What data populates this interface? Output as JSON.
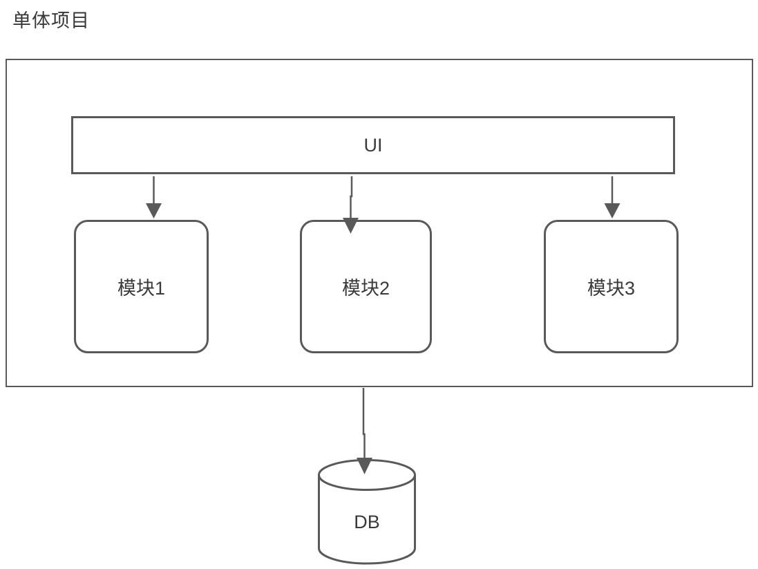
{
  "diagram": {
    "title": "单体项目",
    "colors": {
      "line": "#595959",
      "text": "#3a3a3a",
      "background": "#ffffff"
    },
    "nodes": {
      "ui": {
        "label": "UI",
        "shape": "rectangle"
      },
      "module1": {
        "label": "模块1",
        "shape": "rounded-rectangle"
      },
      "module2": {
        "label": "模块2",
        "shape": "rounded-rectangle"
      },
      "module3": {
        "label": "模块3",
        "shape": "rounded-rectangle"
      },
      "db": {
        "label": "DB",
        "shape": "cylinder"
      }
    },
    "edges": [
      {
        "from": "ui",
        "to": "module1",
        "style": "arrow-down"
      },
      {
        "from": "ui",
        "to": "module2",
        "style": "arrow-down"
      },
      {
        "from": "ui",
        "to": "module3",
        "style": "arrow-down"
      },
      {
        "from": "monolith-container",
        "to": "db",
        "style": "arrow-down"
      }
    ]
  }
}
